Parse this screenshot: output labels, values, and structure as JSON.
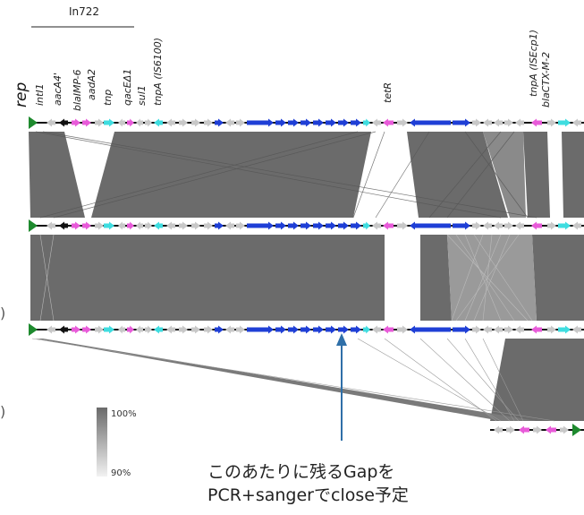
{
  "header": {
    "in_group": "In722"
  },
  "labels": {
    "rep": "rep",
    "tetR": "tetR",
    "intI1": "intI1",
    "aacA4": "aacA4'",
    "blaIMP6": "blaIMP-6",
    "aadA2": "aadA2",
    "tnp": "tnp",
    "qacE": "qacEΔ1",
    "sul1": "sul1",
    "tnpA_IS6100": "tnpA (IS6100)",
    "tnpA_ISEcp1": "tnpA (ISEcp1)",
    "blaCTX": "blaCTX-M-2"
  },
  "legend": {
    "high": "100%",
    "low": "90%"
  },
  "note": {
    "line1": "このあたりに残るGapを",
    "line2": "PCR+sangerでclose予定"
  },
  "colors": {
    "gene_blue": "#1f3fd6",
    "gene_pink": "#e85bd9",
    "gene_cyan": "#3fdde0",
    "gene_black": "#111111",
    "gene_gray": "#c8c8c8",
    "origin_green": "#1e8a2e",
    "homology": "#6e6e6e",
    "arrow_blue": "#2f6fa8"
  }
}
